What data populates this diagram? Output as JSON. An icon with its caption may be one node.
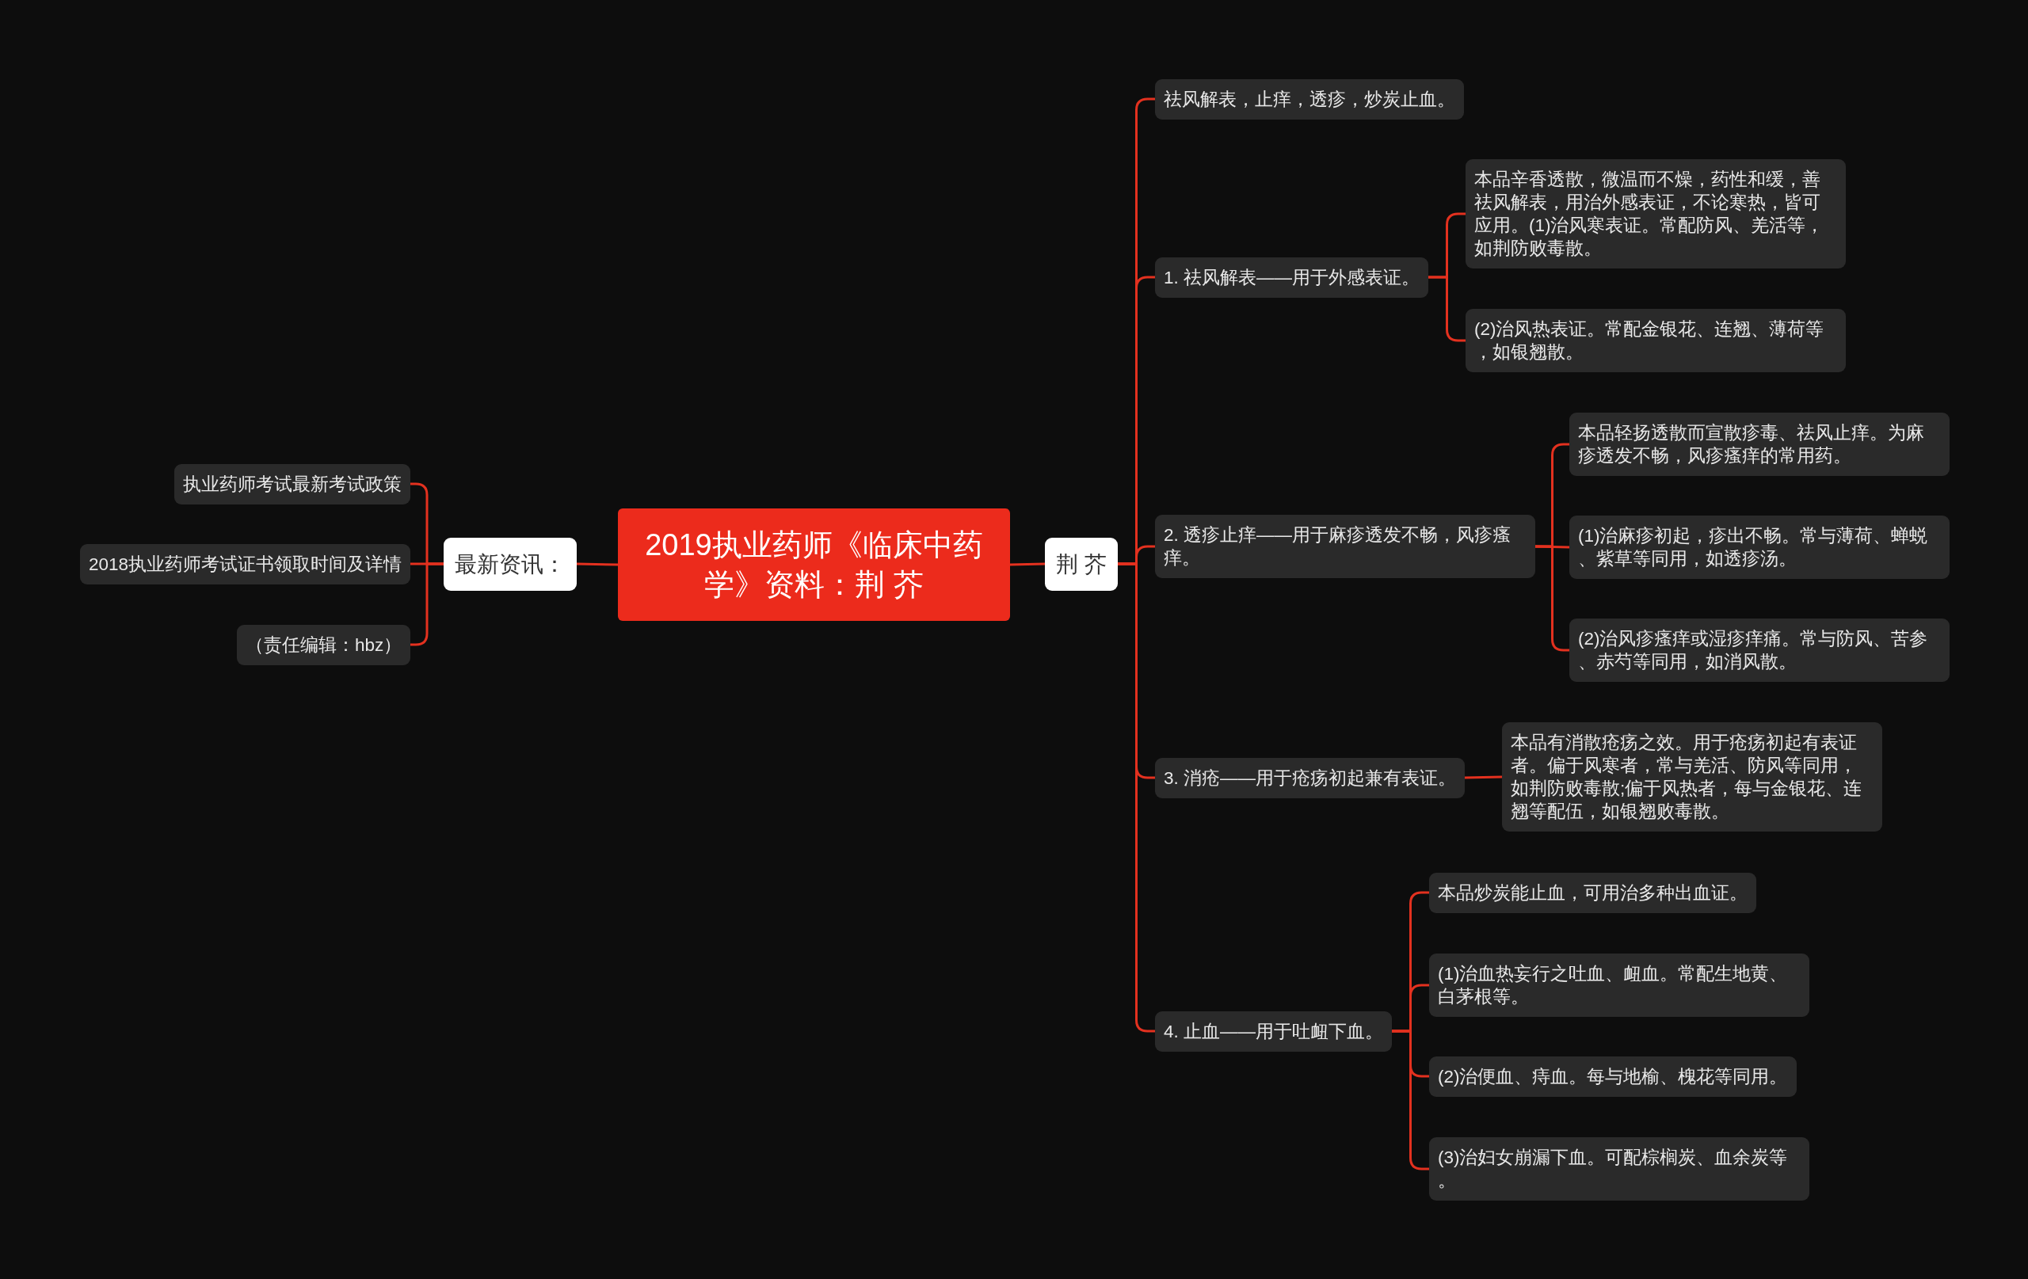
{
  "diagram": {
    "nodes": [
      {
        "text": [
          "2019执业药师《临床中药学》资料：荆 芥"
        ]
      },
      {
        "text": [
          "最新资讯："
        ]
      },
      {
        "text": [
          "执业药师考试最新考试政策"
        ]
      },
      {
        "text": [
          "2018执业药师考试证书领取时间及详情"
        ]
      },
      {
        "text": [
          "（责任编辑：hbz）"
        ]
      },
      {
        "text": [
          "荆 芥"
        ]
      },
      {
        "text": [
          "祛风解表，止痒，透疹，炒炭止血。"
        ]
      },
      {
        "text": [
          "1. 祛风解表——用于外感表证。"
        ]
      },
      {
        "text": [
          "本品辛香透散，微温而不燥，药性和缓，善祛风解表，用治外感表证，不论寒热，皆可应用。(1)治风寒表证。常配防风、羌活等，如荆防败毒散。"
        ]
      },
      {
        "text": [
          "(2)治风热表证。常配金银花、连翘、薄荷等，如银翘散。"
        ]
      },
      {
        "text": [
          "2. 透疹止痒——用于麻疹透发不畅，风疹瘙痒。"
        ]
      },
      {
        "text": [
          "本品轻扬透散而宣散疹毒、祛风止痒。为麻疹透发不畅，风疹瘙痒的常用药。"
        ]
      },
      {
        "text": [
          "(1)治麻疹初起，疹出不畅。常与薄荷、蝉蜕、紫草等同用，如透疹汤。"
        ]
      },
      {
        "text": [
          "(2)治风疹瘙痒或湿疹痒痛。常与防风、苦参、赤芍等同用，如消风散。"
        ]
      },
      {
        "text": [
          "3. 消疮——用于疮疡初起兼有表证。"
        ]
      },
      {
        "text": [
          "本品有消散疮疡之效。用于疮疡初起有表证者。偏于风寒者，常与羌活、防风等同用，如荆防败毒散;偏于风热者，每与金银花、连翘等配伍，如银翘败毒散。"
        ]
      },
      {
        "text": [
          "4. 止血——用于吐衄下血。"
        ]
      },
      {
        "text": [
          "本品炒炭能止血，可用治多种出血证。"
        ]
      },
      {
        "text": [
          "(1)治血热妄行之吐血、衄血。常配生地黄、白茅根等。"
        ]
      },
      {
        "text": [
          "(2)治便血、痔血。每与地榆、槐花等同用。"
        ]
      },
      {
        "text": [
          "(3)治妇女崩漏下血。可配棕榈炭、血余炭等。"
        ]
      }
    ],
    "edges": [
      {
        "from": 0,
        "to": 1,
        "arrow": "none"
      },
      {
        "from": 1,
        "to": 2,
        "arrow": "none"
      },
      {
        "from": 1,
        "to": 3,
        "arrow": "none"
      },
      {
        "from": 1,
        "to": 4,
        "arrow": "none"
      },
      {
        "from": 0,
        "to": 5,
        "arrow": "none"
      },
      {
        "from": 5,
        "to": 6,
        "arrow": "none"
      },
      {
        "from": 5,
        "to": 7,
        "arrow": "none"
      },
      {
        "from": 7,
        "to": 8,
        "arrow": "none"
      },
      {
        "from": 7,
        "to": 9,
        "arrow": "none"
      },
      {
        "from": 5,
        "to": 10,
        "arrow": "none"
      },
      {
        "from": 10,
        "to": 11,
        "arrow": "none"
      },
      {
        "from": 10,
        "to": 12,
        "arrow": "none"
      },
      {
        "from": 10,
        "to": 13,
        "arrow": "none"
      },
      {
        "from": 5,
        "to": 14,
        "arrow": "none"
      },
      {
        "from": 14,
        "to": 15,
        "arrow": "none"
      },
      {
        "from": 5,
        "to": 16,
        "arrow": "none"
      },
      {
        "from": 16,
        "to": 17,
        "arrow": "none"
      },
      {
        "from": 16,
        "to": 18,
        "arrow": "none"
      },
      {
        "from": 16,
        "to": 19,
        "arrow": "none"
      },
      {
        "from": 16,
        "to": 20,
        "arrow": "none"
      }
    ]
  }
}
